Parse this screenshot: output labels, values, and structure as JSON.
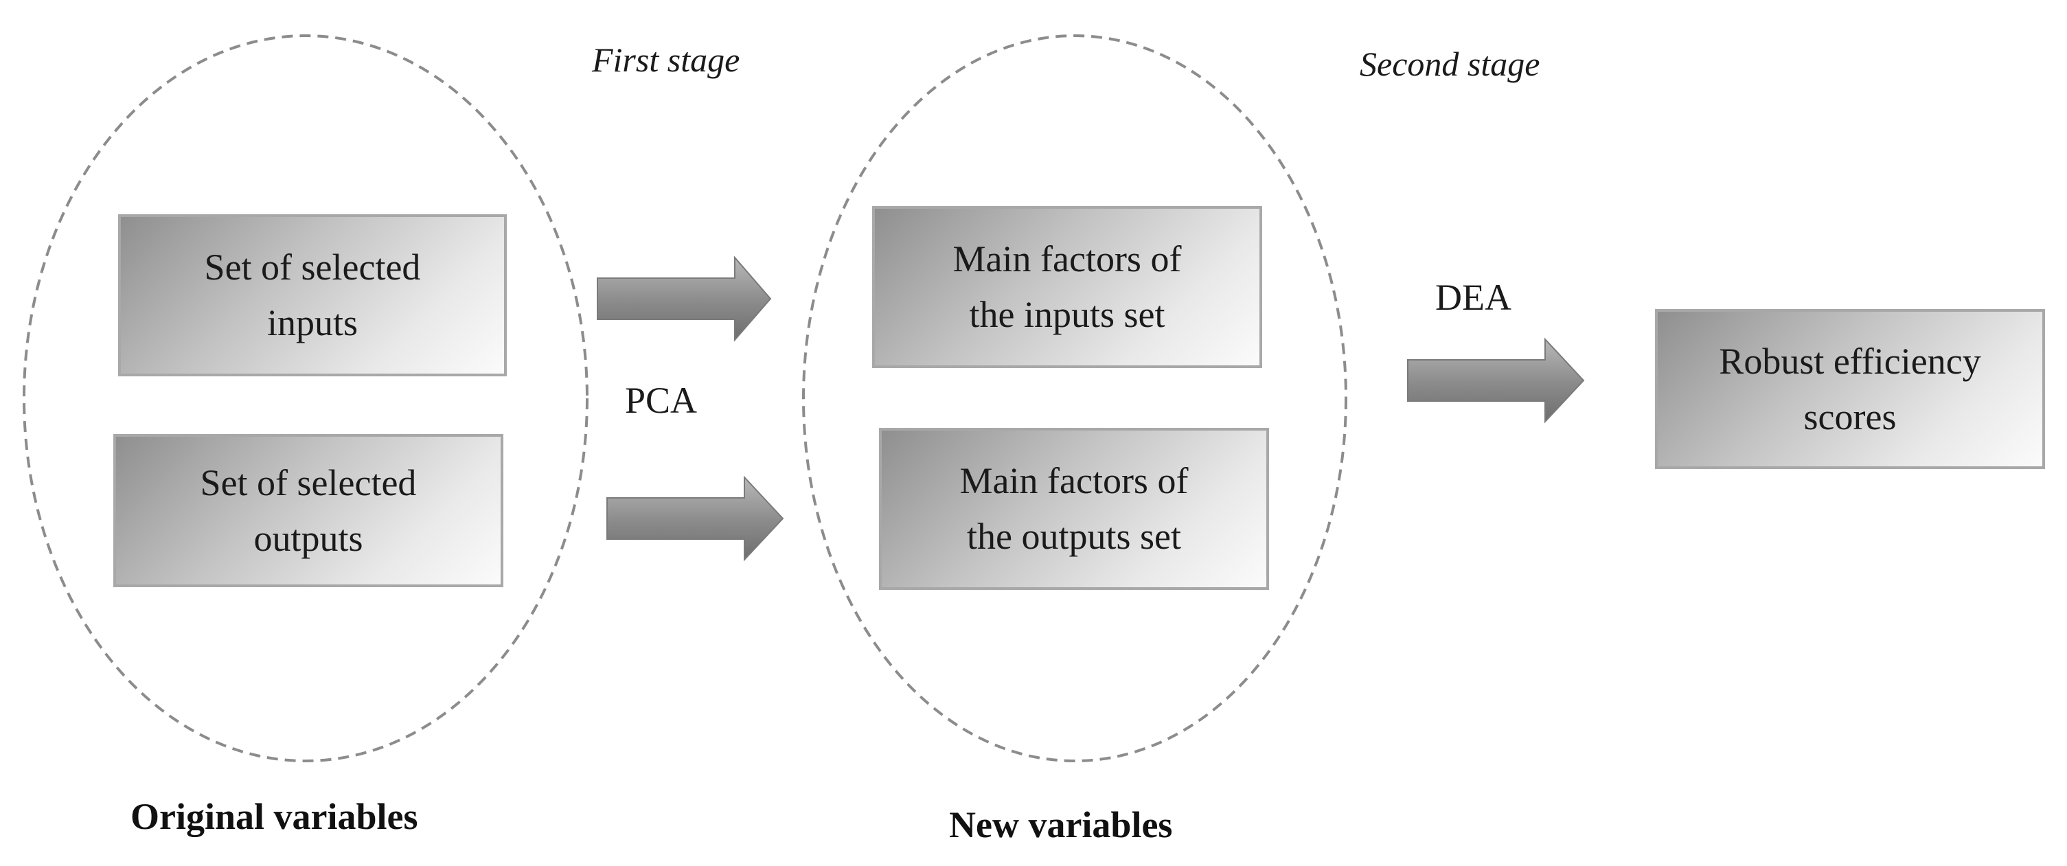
{
  "stages": {
    "first": "First stage",
    "second": "Second stage"
  },
  "methods": {
    "pca": "PCA",
    "dea": "DEA"
  },
  "original_group": {
    "caption": "Original variables",
    "inputs_box": [
      "Set of selected",
      "inputs"
    ],
    "outputs_box": [
      "Set of selected",
      "outputs"
    ]
  },
  "new_group": {
    "caption": "New variables",
    "inputs_box": [
      "Main factors of",
      "the inputs set"
    ],
    "outputs_box": [
      "Main factors of",
      "the outputs set"
    ]
  },
  "result_box": [
    "Robust efficiency",
    "scores"
  ],
  "colors": {
    "ellipse_stroke": "#8c8c8c",
    "arrow_dark": "#6e6e6e",
    "arrow_light": "#b8b8b8"
  }
}
